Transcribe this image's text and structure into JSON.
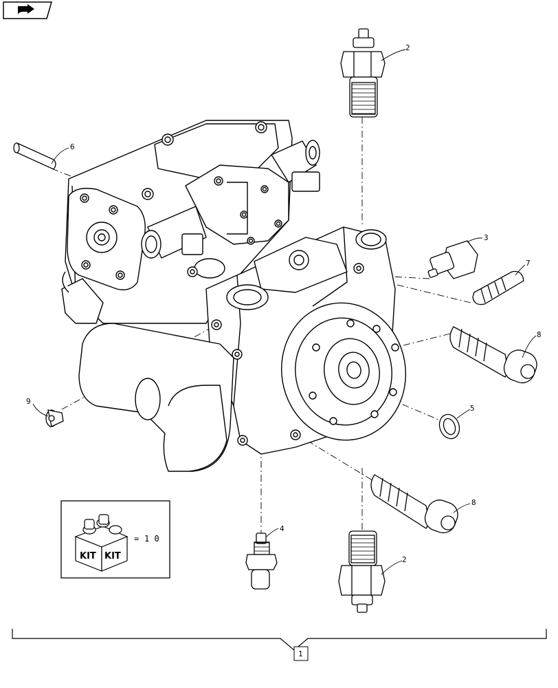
{
  "nav": {
    "icon": "forward-arrow-icon"
  },
  "callouts": {
    "c1": "1",
    "c2a": "2",
    "c2b": "2",
    "c3": "3",
    "c4": "4",
    "c5": "5",
    "c6": "6",
    "c7": "7",
    "c8a": "8",
    "c8b": "8",
    "c9": "9"
  },
  "kit": {
    "label_left": "KIT",
    "label_right": "KIT",
    "equals": "=",
    "ref": "1 0"
  }
}
